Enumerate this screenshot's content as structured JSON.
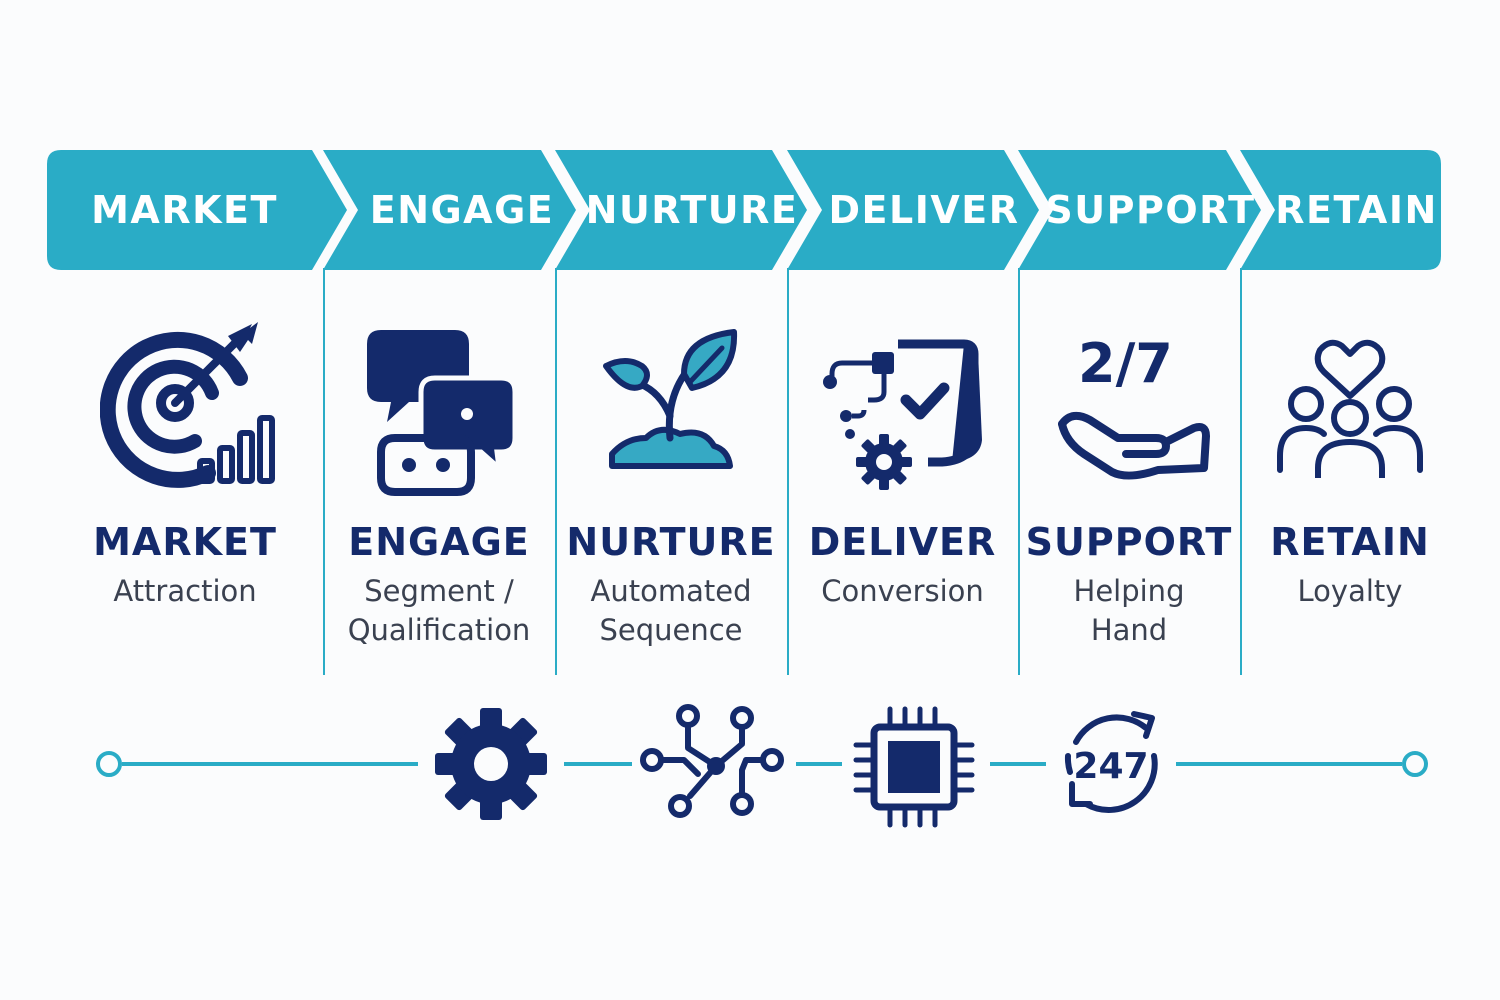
{
  "colors": {
    "accent": "#2aacc6",
    "navy": "#142a6b",
    "teal_fill": "#36a9c4",
    "text_grey": "#3a4150"
  },
  "stages": [
    {
      "banner": "MARKET",
      "title": "MARKET",
      "subtitle": [
        "Attraction"
      ],
      "icon": "target-growth-icon"
    },
    {
      "banner": "ENGAGE",
      "title": "ENGAGE",
      "subtitle": [
        "Segment /",
        "Qualification"
      ],
      "icon": "chat-bubbles-icon"
    },
    {
      "banner": "NURTURE",
      "title": "NURTURE",
      "subtitle": [
        "Automated",
        "Sequence"
      ],
      "icon": "sprout-icon"
    },
    {
      "banner": "DELIVER",
      "title": "DELIVER",
      "subtitle": [
        "Conversion"
      ],
      "icon": "workflow-check-icon"
    },
    {
      "banner": "SUPPORT",
      "title": "SUPPORT",
      "subtitle": [
        "Helping",
        "Hand"
      ],
      "icon": "hand-24-7-icon"
    },
    {
      "banner": "RETAIN",
      "title": "RETAIN",
      "subtitle": [
        "Loyalty"
      ],
      "icon": "people-heart-icon"
    }
  ],
  "support_icons": {
    "hand_text": "2/7"
  },
  "timeline": {
    "icons": [
      "gear-icon",
      "circuit-network-icon",
      "cpu-chip-icon",
      "refresh-247-icon"
    ],
    "badge_text": "247"
  }
}
